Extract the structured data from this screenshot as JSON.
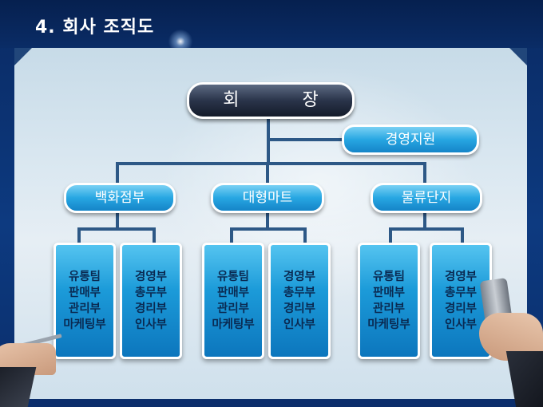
{
  "page": {
    "title": "4. 회사 조직도"
  },
  "org": {
    "ceo": "회 장",
    "support": "경영지원",
    "divisions": [
      {
        "name": "백화점부",
        "teams": [
          {
            "lines": [
              "유통팀",
              "판매부",
              "관리부",
              "마케팅부"
            ]
          },
          {
            "lines": [
              "경영부",
              "총무부",
              "경리부",
              "인사부"
            ]
          }
        ]
      },
      {
        "name": "대형마트",
        "teams": [
          {
            "lines": [
              "유통팀",
              "판매부",
              "관리부",
              "마케팅부"
            ]
          },
          {
            "lines": [
              "경영부",
              "총무부",
              "경리부",
              "인사부"
            ]
          }
        ]
      },
      {
        "name": "물류단지",
        "teams": [
          {
            "lines": [
              "유통팀",
              "판매부",
              "관리부",
              "마케팅부"
            ]
          },
          {
            "lines": [
              "경영부",
              "총무부",
              "경리부",
              "인사부"
            ]
          }
        ]
      }
    ]
  }
}
